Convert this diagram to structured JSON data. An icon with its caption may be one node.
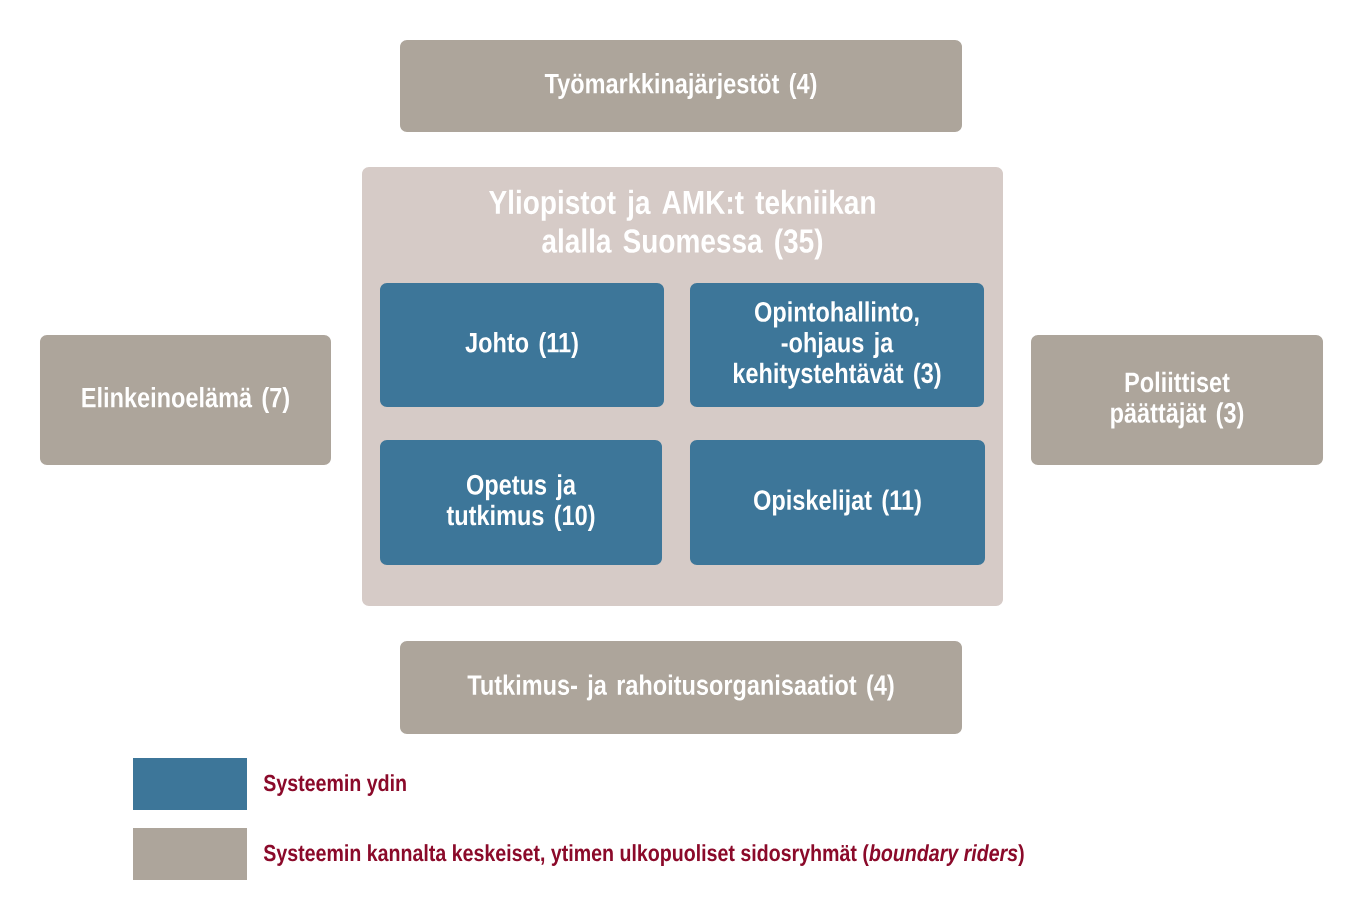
{
  "diagram": {
    "nodes": [
      {
        "text": [
          "Työmarkkinajärjestöt (4)"
        ]
      },
      {
        "text": [
          "Yliopistot ja AMK:t tekniikan alalla Suomessa (35)"
        ]
      },
      {
        "text": [
          "Johto (11)"
        ],
        "in": 1
      },
      {
        "text": [
          "Opintohallinto, -ohjaus ja kehitystehtävät (3)"
        ],
        "in": 1
      },
      {
        "text": [
          "Opetus ja tutkimus (10)"
        ],
        "in": 1
      },
      {
        "text": [
          "Opiskelijat (11)"
        ],
        "in": 1
      },
      {
        "text": [
          "Elinkeinoelämä (7)"
        ]
      },
      {
        "text": [
          "Poliittiset päättäjät (3)"
        ]
      },
      {
        "text": [
          "Tutkimus- ja rahoitusorganisaatiot (4)"
        ]
      }
    ],
    "legend": [
      {
        "text": "Systeemin ydin",
        "color": "#3d7699"
      },
      {
        "text": "Systeemin kannalta keskeiset, ytimen ulkopuoliset sidosryhmät (*boundary riders*)",
        "color": "#ada59b"
      }
    ]
  }
}
